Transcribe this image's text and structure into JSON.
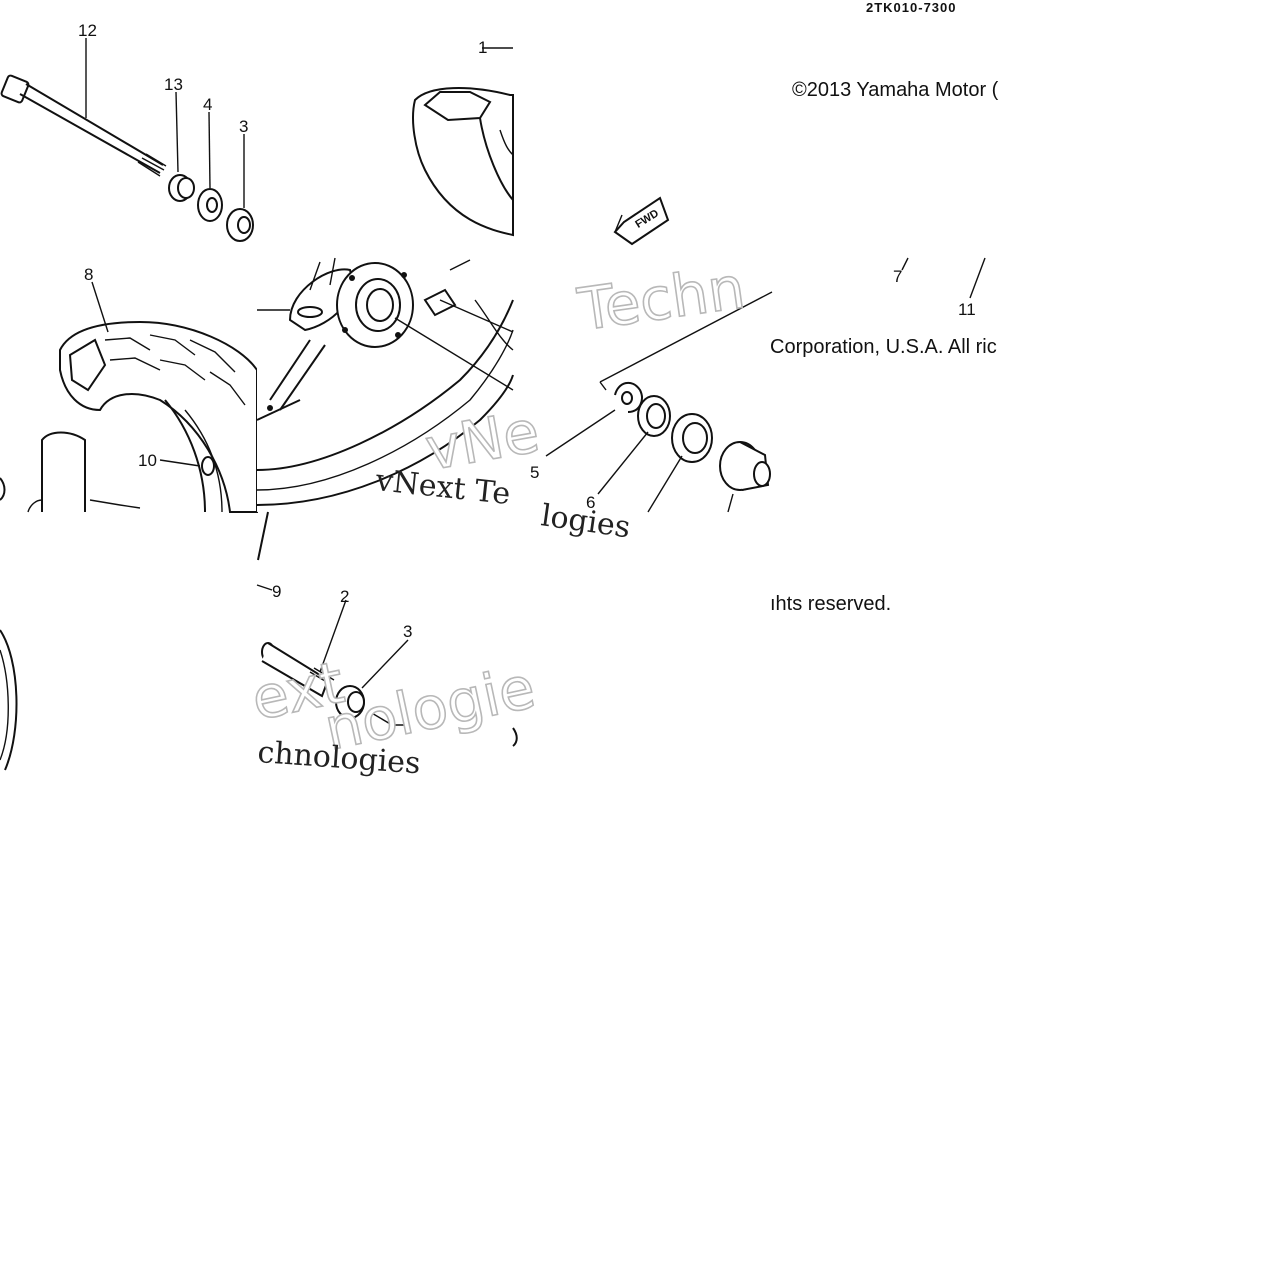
{
  "diagram": {
    "part_code": "2TK010-7300",
    "copyright": {
      "line1": "©2013 Yamaha Motor (",
      "line2": "Corporation, U.S.A. All ric",
      "line3": "ıhts reserved."
    },
    "arrow_label": "FWD",
    "watermark": {
      "a": "Techn",
      "b": "vNext Te",
      "c": "chnologies",
      "d": "ext",
      "e": "nologie",
      "f": "logies",
      "g": "vNe"
    },
    "callouts": {
      "c12": "12",
      "c13": "13",
      "c4": "4",
      "c3a": "3",
      "c1": "1",
      "c8": "8",
      "c10": "10",
      "c7": "7",
      "c11": "11",
      "c5": "5",
      "c6": "6",
      "c9": "9",
      "c2": "2",
      "c3b": "3"
    }
  }
}
